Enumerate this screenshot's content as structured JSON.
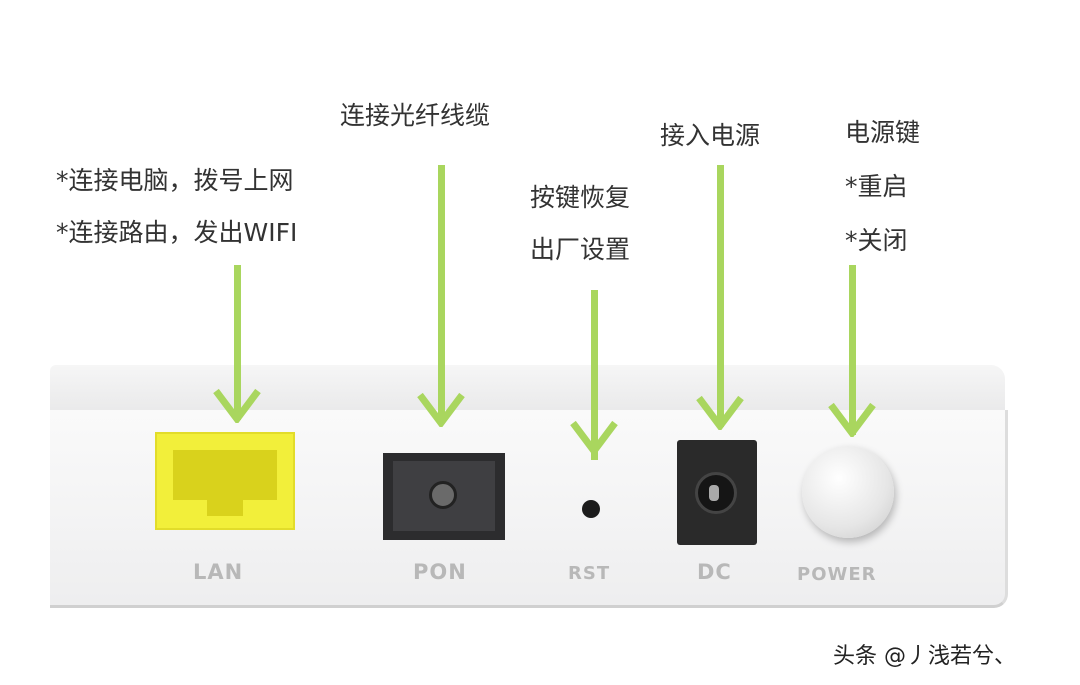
{
  "annotations": {
    "lan_line1": "*连接电脑，拨号上网",
    "lan_line2": "*连接路由，发出WIFI",
    "pon": "连接光纤线缆",
    "rst_line1": "按键恢复",
    "rst_line2": "出厂设置",
    "dc": "接入电源",
    "power_line1": "电源键",
    "power_line2": "*重启",
    "power_line3": "*关闭"
  },
  "ports": {
    "lan": "LAN",
    "pon": "PON",
    "rst": "RST",
    "dc": "DC",
    "power": "POWER"
  },
  "watermark": "头条 @丿浅若兮、",
  "colors": {
    "arrow": "#a9d65e",
    "lan_port": "#f2ef3a"
  }
}
